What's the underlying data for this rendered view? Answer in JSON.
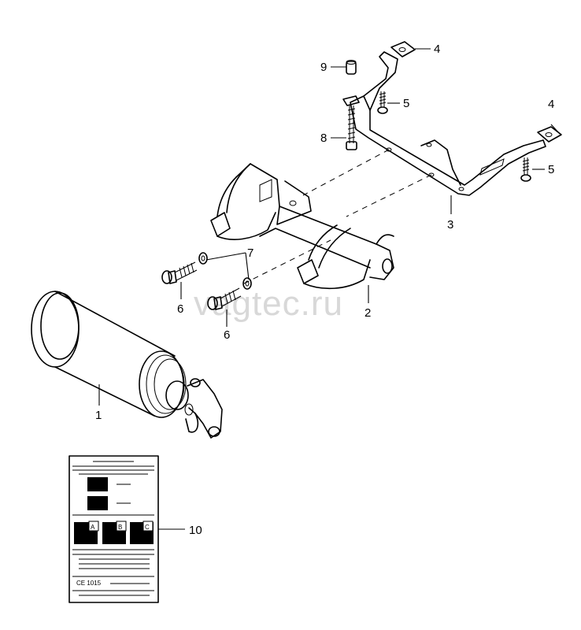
{
  "watermark": "vagtec.ru",
  "callouts": {
    "c1": "1",
    "c2": "2",
    "c3": "3",
    "c4a": "4",
    "c4b": "4",
    "c5a": "5",
    "c5b": "5",
    "c6a": "6",
    "c6b": "6",
    "c7": "7",
    "c8": "8",
    "c9": "9",
    "c10": "10"
  },
  "label_card": {
    "class_a": "A",
    "class_b": "B",
    "class_c": "C",
    "code": "CE 1015"
  }
}
